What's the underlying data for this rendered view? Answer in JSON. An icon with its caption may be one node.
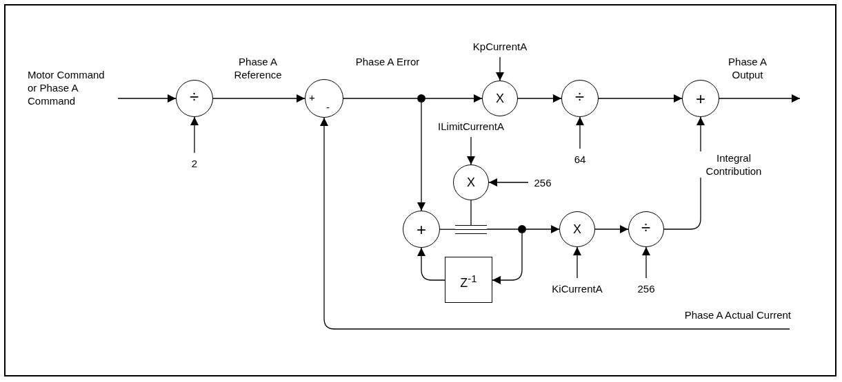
{
  "diagram": {
    "nodes": [
      {
        "text": [
          "Motor Command or Phase A Command"
        ]
      },
      {
        "text": [
          "÷"
        ]
      },
      {
        "text": [
          "2"
        ]
      },
      {
        "text": [
          "+",
          "-"
        ]
      },
      {
        "text": [],
        "shape": "circle"
      },
      {
        "text": [
          "KpCurrentA"
        ]
      },
      {
        "text": [
          "X"
        ]
      },
      {
        "text": [
          "÷"
        ]
      },
      {
        "text": [
          "64"
        ]
      },
      {
        "text": [
          "+"
        ]
      },
      {
        "text": [
          "ILimitCurrentA"
        ]
      },
      {
        "text": [
          "X"
        ]
      },
      {
        "text": [
          "256"
        ]
      },
      {
        "text": [
          "+"
        ]
      },
      {
        "text": [],
        "shape": "bar"
      },
      {
        "text": [],
        "shape": "circle"
      },
      {
        "text": [
          "Z$^{-1}$"
        ]
      },
      {
        "text": [
          "X"
        ]
      },
      {
        "text": [
          "KiCurrentA"
        ]
      },
      {
        "text": [
          "÷"
        ]
      },
      {
        "text": [
          "256"
        ]
      }
    ],
    "edges": [
      {
        "from": 0,
        "to": 1,
        "arrow": "to"
      },
      {
        "from": 2,
        "to": 1,
        "arrow": "to"
      },
      {
        "from": 1,
        "to": 3,
        "arrow": "to",
        "label": "Phase A Reference"
      },
      {
        "from": 3,
        "to": 4,
        "arrow": "none",
        "label": "Phase A Error"
      },
      {
        "from": 4,
        "to": 6,
        "arrow": "to"
      },
      {
        "from": 5,
        "to": 6,
        "arrow": "to"
      },
      {
        "from": 6,
        "to": 7,
        "arrow": "to"
      },
      {
        "from": 8,
        "to": 7,
        "arrow": "to"
      },
      {
        "from": 7,
        "to": 9,
        "arrow": "to"
      },
      {
        "from": 9,
        "to": null,
        "arrow": "to",
        "label": "Phase A Output"
      },
      {
        "from": 4,
        "to": 13,
        "arrow": "to"
      },
      {
        "from": 10,
        "to": 11,
        "arrow": "to"
      },
      {
        "from": 12,
        "to": 11,
        "arrow": "to"
      },
      {
        "from": 11,
        "to": 14,
        "arrow": "none"
      },
      {
        "from": 13,
        "to": 14,
        "arrow": "none"
      },
      {
        "from": 14,
        "to": 15,
        "arrow": "none"
      },
      {
        "from": 15,
        "to": 17,
        "arrow": "to"
      },
      {
        "from": 18,
        "to": 17,
        "arrow": "to"
      },
      {
        "from": 17,
        "to": 19,
        "arrow": "to"
      },
      {
        "from": 20,
        "to": 19,
        "arrow": "to"
      },
      {
        "from": 19,
        "to": 9,
        "arrow": "to",
        "label": "Integral Contribution"
      },
      {
        "from": 15,
        "to": 16,
        "arrow": "to"
      },
      {
        "from": 16,
        "to": 13,
        "arrow": "to"
      },
      {
        "from": null,
        "to": 3,
        "arrow": "to",
        "label": "Phase A Actual Current"
      }
    ]
  }
}
